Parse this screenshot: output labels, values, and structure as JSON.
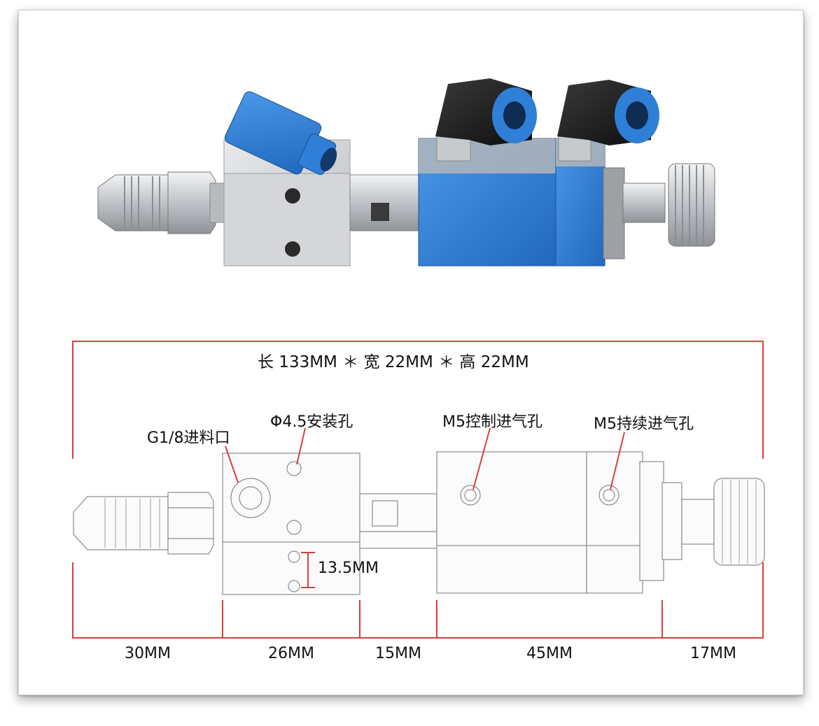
{
  "overall_dimensions": "长 133MM ＊ 宽 22MM ＊ 高 22MM",
  "callouts": {
    "inlet": "G1/8进料口",
    "mount_hole": "Φ4.5安装孔",
    "control_air": "M5控制进气孔",
    "continuous_air": "M5持续进气孔",
    "hole_spacing": "13.5MM"
  },
  "segments": [
    "30MM",
    "26MM",
    "15MM",
    "45MM",
    "17MM"
  ],
  "colors": {
    "dimension_line": "#d9403a",
    "valve_blue": "#2f7fd6",
    "steel": "#c9ccd0"
  }
}
